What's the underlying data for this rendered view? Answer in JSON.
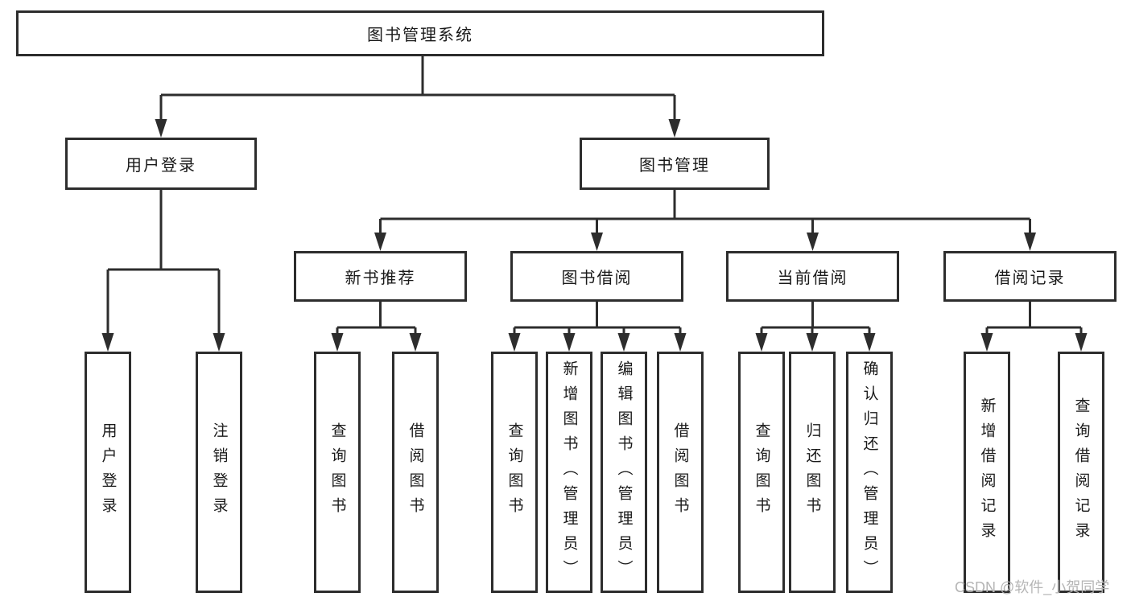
{
  "tree": {
    "label": "图书管理系统",
    "children": [
      {
        "label": "用户登录",
        "children": [
          {
            "label": "用户登录"
          },
          {
            "label": "注销登录"
          }
        ]
      },
      {
        "label": "图书管理",
        "children": [
          {
            "label": "新书推荐",
            "children": [
              {
                "label": "查询图书"
              },
              {
                "label": "借阅图书"
              }
            ]
          },
          {
            "label": "图书借阅",
            "children": [
              {
                "label": "查询图书"
              },
              {
                "label": "新增图书（管理员）"
              },
              {
                "label": "编辑图书（管理员）"
              },
              {
                "label": "借阅图书"
              }
            ]
          },
          {
            "label": "当前借阅",
            "children": [
              {
                "label": "查询图书"
              },
              {
                "label": "归还图书"
              },
              {
                "label": "确认归还（管理员）"
              }
            ]
          },
          {
            "label": "借阅记录",
            "children": [
              {
                "label": "新增借阅记录"
              },
              {
                "label": "查询借阅记录"
              }
            ]
          }
        ]
      }
    ]
  },
  "watermark": "CSDN @软件_小贺同学",
  "colors": {
    "line": "#2d2d2d",
    "text": "#1a1a1a",
    "watermark": "#b5b5b5",
    "bg": "#ffffff"
  }
}
